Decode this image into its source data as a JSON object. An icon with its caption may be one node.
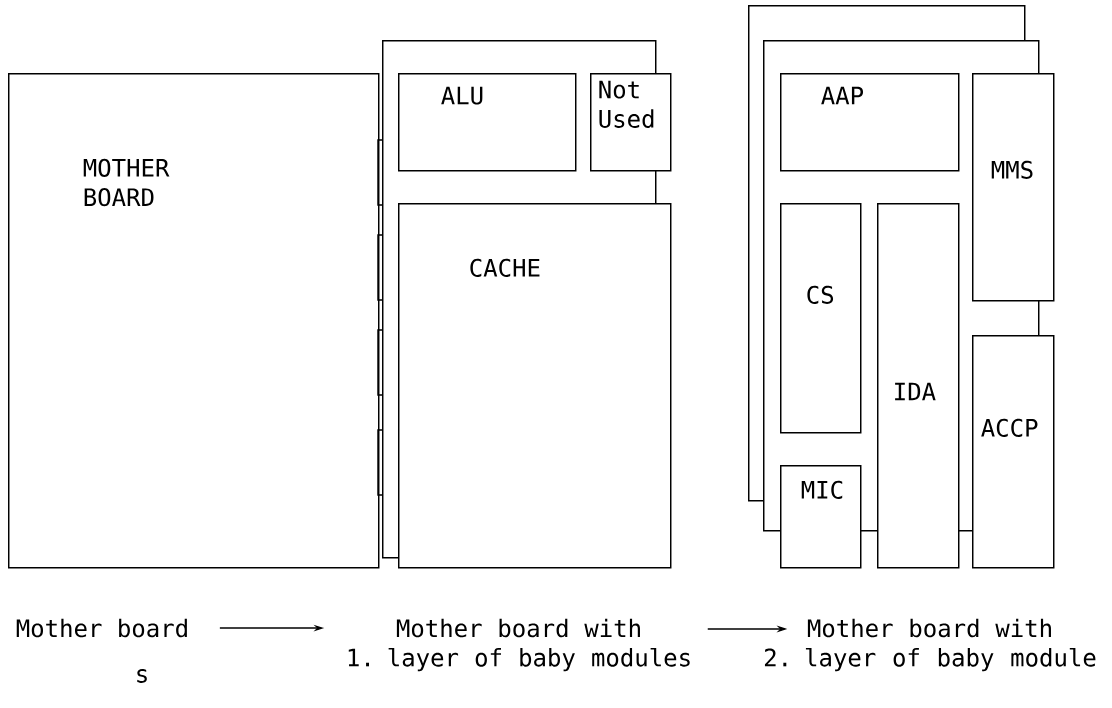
{
  "diagram": {
    "nodes": [
      {
        "text": [
          "MOTHER BOARD"
        ]
      },
      {
        "text": [],
        "shape": "box"
      },
      {
        "text": [
          "ALU"
        ],
        "in": 1
      },
      {
        "text": [
          "Not Used"
        ]
      },
      {
        "text": [
          "CACHE"
        ]
      },
      {
        "text": [],
        "shape": "box"
      },
      {
        "text": [],
        "shape": "box"
      },
      {
        "text": [
          "AAP"
        ],
        "in": 6
      },
      {
        "text": [
          "MMS"
        ]
      },
      {
        "text": [
          "CS"
        ],
        "in": 6
      },
      {
        "text": [
          "IDA"
        ]
      },
      {
        "text": [
          "MIC"
        ]
      },
      {
        "text": [
          "ACCP"
        ]
      },
      {
        "text": [
          "Mother board"
        ]
      },
      {
        "text": [
          "Mother board with 1. layer of baby modules"
        ]
      },
      {
        "text": [
          "Mother board with 2. layer of baby module"
        ]
      }
    ],
    "edges": [
      {
        "from": 13,
        "to": 14,
        "arrow": "to"
      },
      {
        "from": 14,
        "to": 15,
        "arrow": "to"
      }
    ],
    "labels": [
      "s"
    ]
  }
}
